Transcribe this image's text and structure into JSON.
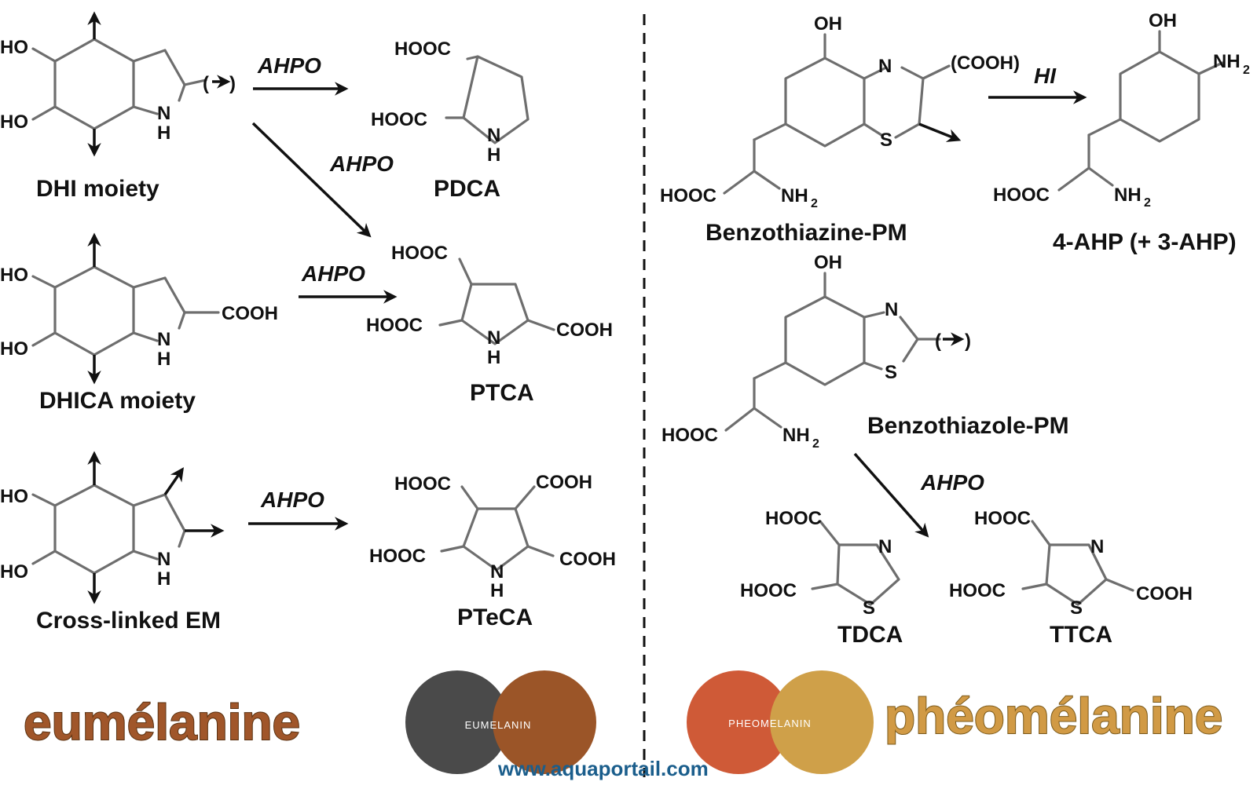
{
  "reagents": {
    "ahpo": "AHPO",
    "hi": "HI"
  },
  "groups": {
    "ho": "HO",
    "oh": "OH",
    "nh": "N",
    "h": "H",
    "n": "N",
    "s": "S",
    "cooh": "COOH",
    "hooc": "HOOC",
    "cooh_paren": "(COOH)",
    "nh2": "NH",
    "sub2": "2",
    "open_paren": "(",
    "close_paren": ")"
  },
  "compounds": {
    "dhi": "DHI moiety",
    "dhica": "DHICA moiety",
    "cross_em": "Cross-linked EM",
    "pdca": "PDCA",
    "ptca": "PTCA",
    "pteca": "PTeCA",
    "benzothiazine": "Benzothiazine-PM",
    "ahp": "4-AHP (+ 3-AHP)",
    "benzothiazole": "Benzothiazole-PM",
    "tdca": "TDCA",
    "ttca": "TTCA"
  },
  "footer": {
    "eumelanine": "eumélanine",
    "pheomelanine": "phéomélanine",
    "eumelanin_circle": "EUMELANIN",
    "pheomelanin_circle": "PHEOMELANIN",
    "website": "www.aquaportail.com"
  },
  "colors": {
    "eumelanine_text": "#a0562a",
    "pheomelanine_text": "#d19a45",
    "circle_dark_gray": "#4a4a4a",
    "circle_brown": "#9b5528",
    "circle_red": "#cf5a37",
    "circle_gold": "#cfa049",
    "website_text": "#1b5e8c"
  }
}
